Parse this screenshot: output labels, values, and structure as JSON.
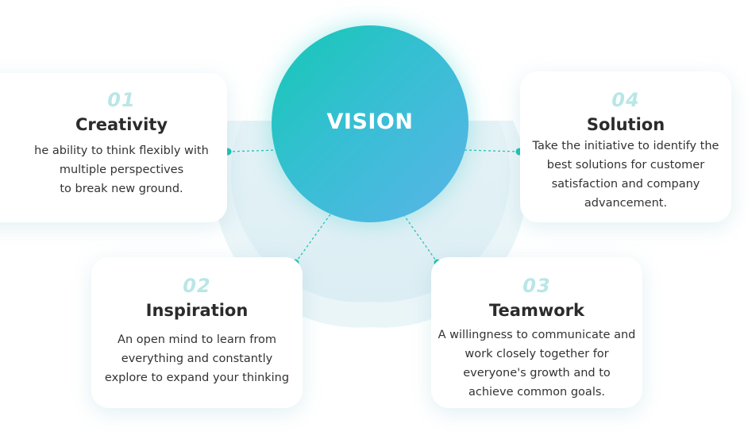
{
  "center": {
    "label": "VISION"
  },
  "items": [
    {
      "number": "01",
      "title": "Creativity",
      "description": "he ability to think flexibly with\nmultiple perspectives\nto break new ground."
    },
    {
      "number": "02",
      "title": "Inspiration",
      "description": "An open mind to learn from\neverything and constantly\nexplore to expand your thinking"
    },
    {
      "number": "03",
      "title": "Teamwork",
      "description": "A willingness to communicate and\nwork closely together for\neveryone's growth and to\nachieve common goals."
    },
    {
      "number": "04",
      "title": "Solution",
      "description": "Take the initiative to identify the\nbest solutions for customer\nsatisfaction and company\nadvancement."
    }
  ],
  "colors": {
    "accent": "#20c0b0",
    "gradient_start": "#14c8b4",
    "gradient_end": "#5ab4e8",
    "number": "#b9e6e6"
  }
}
